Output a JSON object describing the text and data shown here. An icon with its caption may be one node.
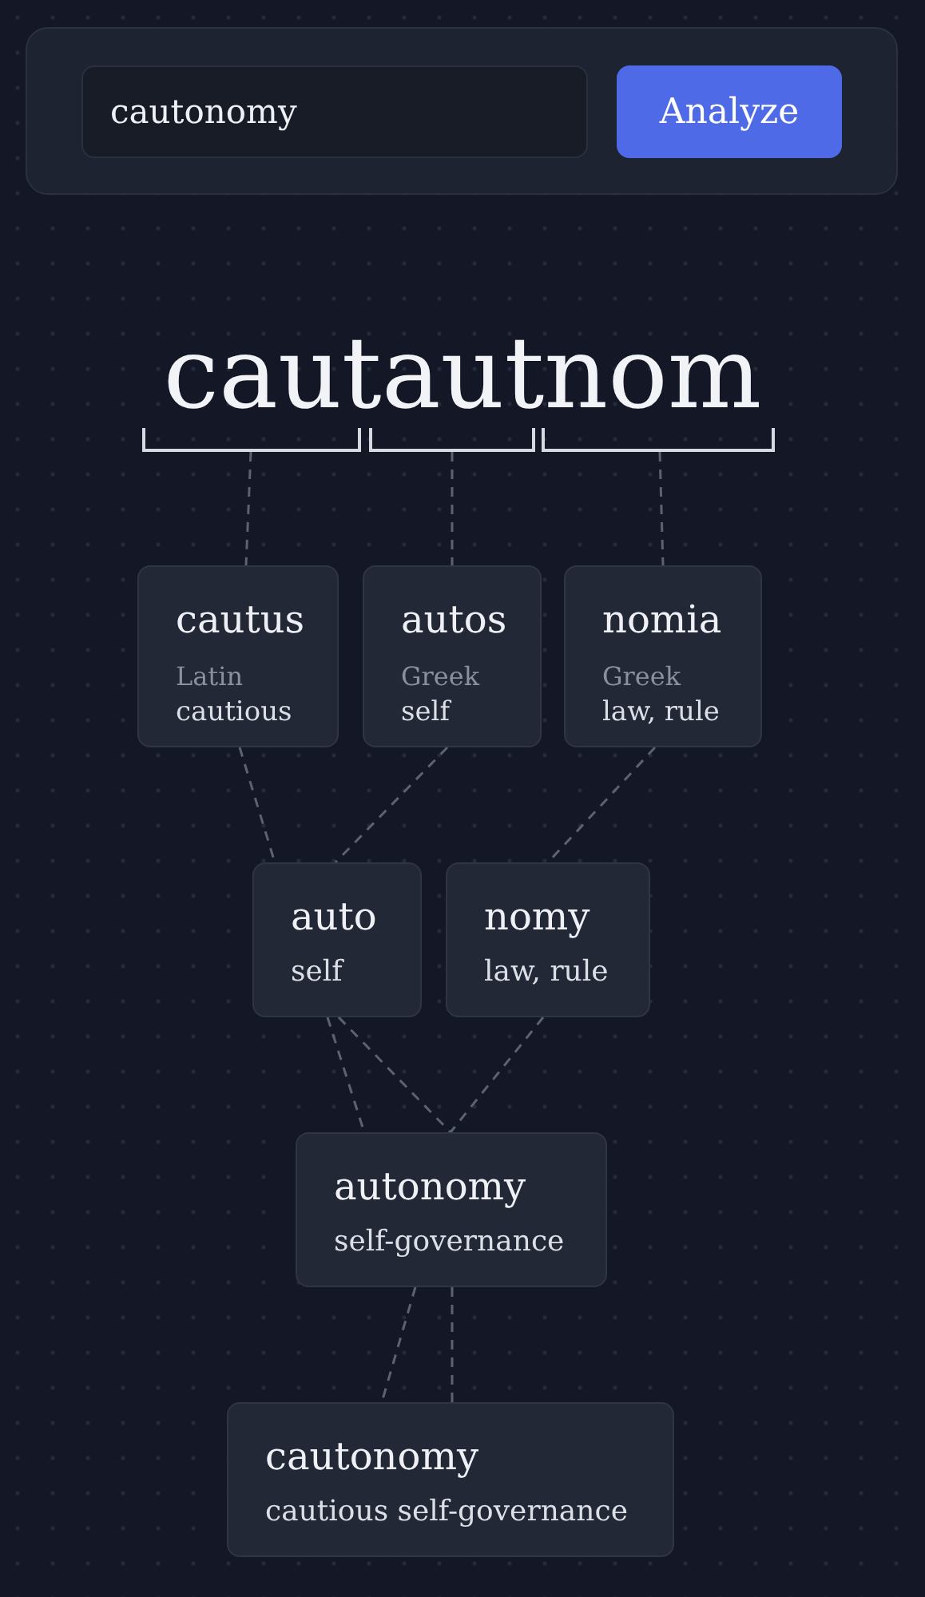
{
  "diagram": {
    "nodes": [
      {
        "text": [],
        "shape": "bracket"
      },
      {
        "text": [],
        "shape": "bracket"
      },
      {
        "text": [],
        "shape": "bracket"
      },
      {
        "text": [
          "cautus",
          "Latin",
          "cautious"
        ]
      },
      {
        "text": [
          "autos",
          "Greek",
          "self"
        ]
      },
      {
        "text": [
          "nomia",
          "Greek",
          "law, rule"
        ]
      },
      {
        "text": [
          "auto",
          "self"
        ]
      },
      {
        "text": [
          "nomy",
          "law, rule"
        ]
      },
      {
        "text": [
          "autonomy",
          "self-governance"
        ]
      },
      {
        "text": [
          "cautonomy",
          "cautious self-governance"
        ]
      }
    ],
    "edges": [
      {
        "from": 0,
        "to": 3,
        "arrow": "none",
        "style": "dashed"
      },
      {
        "from": 1,
        "to": 4,
        "arrow": "none",
        "style": "dashed"
      },
      {
        "from": 2,
        "to": 5,
        "arrow": "none",
        "style": "dashed"
      },
      {
        "from": 3,
        "to": 6,
        "arrow": "none",
        "style": "dashed"
      },
      {
        "from": 4,
        "to": 6,
        "arrow": "none",
        "style": "dashed"
      },
      {
        "from": 5,
        "to": 7,
        "arrow": "none",
        "style": "dashed"
      },
      {
        "from": 6,
        "to": 8,
        "arrow": "none",
        "style": "dashed"
      },
      {
        "from": 6,
        "to": 8,
        "arrow": "none",
        "style": "dashed"
      },
      {
        "from": 7,
        "to": 8,
        "arrow": "none",
        "style": "dashed"
      },
      {
        "from": 8,
        "to": 9,
        "arrow": "none",
        "style": "dashed"
      },
      {
        "from": 8,
        "to": 9,
        "arrow": "none",
        "style": "dashed"
      }
    ],
    "labels": [
      "cautonomy",
      "Analyze",
      "cautautnom"
    ]
  }
}
